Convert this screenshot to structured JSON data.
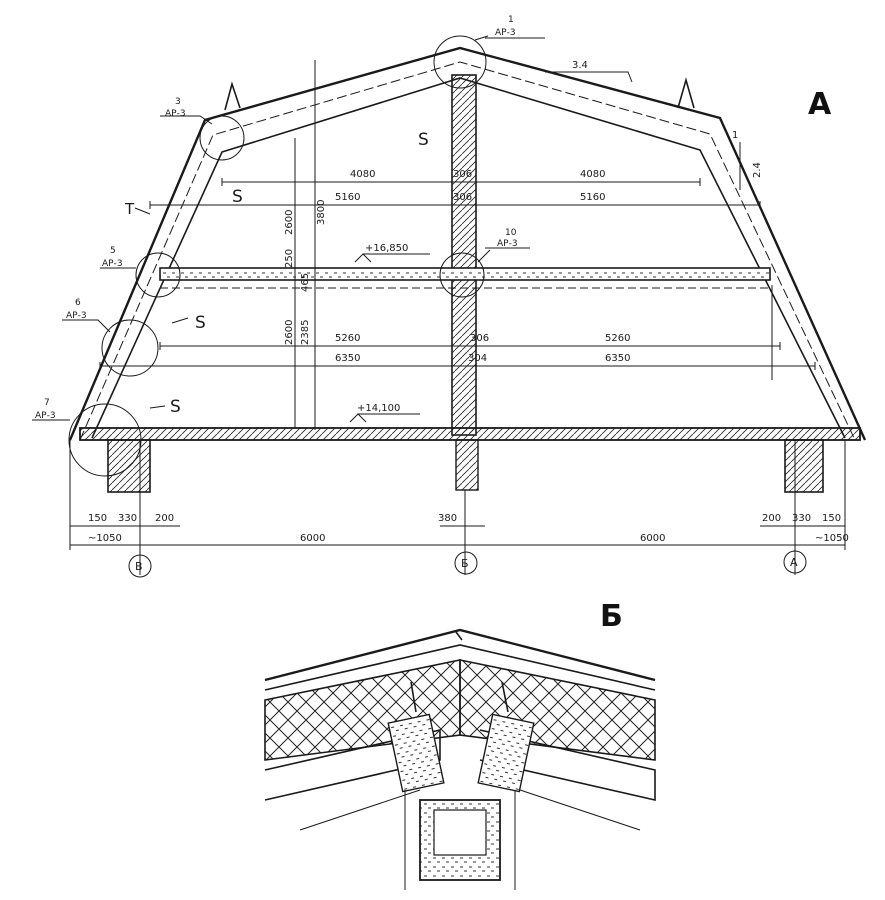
{
  "view_labels": {
    "section": "А",
    "detail": "Б"
  },
  "callouts": [
    {
      "num": "1",
      "ref": "АР-3"
    },
    {
      "num": "3",
      "ref": "АР-3"
    },
    {
      "num": "5",
      "ref": "АР-3"
    },
    {
      "num": "6",
      "ref": "АР-3"
    },
    {
      "num": "7",
      "ref": "АР-3"
    },
    {
      "num": "10",
      "ref": "АР-3"
    }
  ],
  "elevations": {
    "attic_floor": "+16,850",
    "floor": "+14,100"
  },
  "dimensions": {
    "upper_left": "4080",
    "upper_mid": "306",
    "upper_right": "4080",
    "mid_left": "5160",
    "mid_mid": "306",
    "mid_right": "5160",
    "low1_left": "5260",
    "low1_mid": "306",
    "low1_right": "5260",
    "low2_left": "6350",
    "low2_mid": "304",
    "low2_right": "6350",
    "v_2600_top": "2600",
    "v_3800": "3800",
    "v_250": "250",
    "v_2600_low": "2600",
    "v_2385": "2385",
    "v_465": "465",
    "roof_pitch": "3.4",
    "right_tick": "1",
    "right_vert": "2.4",
    "left_150": "150",
    "left_330": "330",
    "left_200": "200",
    "center_380": "380",
    "right_200": "200",
    "right_330": "330",
    "right_150": "150",
    "left_over": "~1050",
    "right_over": "~1050",
    "span_left": "6000",
    "span_right": "6000"
  },
  "axes": [
    "В",
    "Б",
    "А"
  ],
  "markers": {
    "s1": "S",
    "s2": "S",
    "s3": "S",
    "s4": "S",
    "t": "T"
  }
}
